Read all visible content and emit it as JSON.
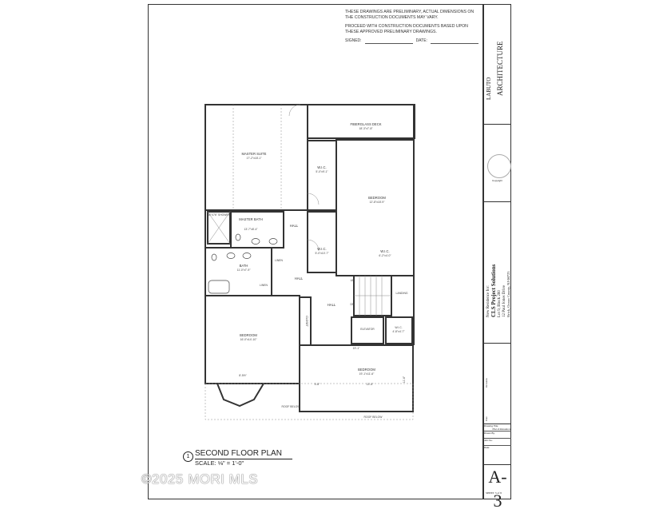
{
  "notes": {
    "line1": "THESE DRAWINGS ARE PRELIMINARY, ACTUAL DIMENSIONS ON THE CONSTRUCTION DOCUMENTS MAY VARY.",
    "line2": "PROCEED WITH CONSTRUCTION DOCUMENTS BASED UPON THESE APPROVED PRELIMINARY DRAWINGS.",
    "signed": "SIGNED:",
    "date": "DATE:"
  },
  "title_block": {
    "firm": "ARCHITECTURE",
    "logo": "LABUTO",
    "copyright": "Copyright",
    "residence_for": "New Residence for:",
    "client": "CLS Project Solutions",
    "lot": "Lot 9, Block 260",
    "address": "12 Paul Jones Drive",
    "city": "Brick, Ocean County, NJ 08723",
    "revisions": "Revisions",
    "date_col": "Date",
    "drawing_title_label": "Drawing Title:",
    "drawing_title": "Plan & Elevations",
    "drawn_by": "Drawn By:",
    "job_no": "Job No.:",
    "date_label": "Date:",
    "sheet_no": "A-3",
    "sheet": "SHEET 3 of 8"
  },
  "rooms": [
    {
      "name": "MASTER SUITE",
      "dim": "17'-2\"x18'-1\""
    },
    {
      "name": "FIBERGLASS DECK",
      "dim": "18'-3\"x7'-8\""
    },
    {
      "name": "W.I.C.",
      "dim": "5'-0\"x9'-1\""
    },
    {
      "name": "BEDROOM",
      "dim": "12'-8\"x18'-9\""
    },
    {
      "name": "MASTER BATH",
      "dim": "13'-7\"x8'-4\""
    },
    {
      "name": "HALL",
      "dim": ""
    },
    {
      "name": "W.I.C.",
      "dim": "5'-0\"x10'-7\""
    },
    {
      "name": "W.I.C.",
      "dim": "6'-2\"x4'-0\""
    },
    {
      "name": "BATH",
      "dim": "11'-0\"x7'-9\""
    },
    {
      "name": "HALL",
      "dim": ""
    },
    {
      "name": "HALL",
      "dim": ""
    },
    {
      "name": "LANDING",
      "dim": ""
    },
    {
      "name": "ELEVATOR",
      "dim": ""
    },
    {
      "name": "W.I.C.",
      "dim": "4'-8\"x4'-7\""
    },
    {
      "name": "BEDROOM",
      "dim": "16'-0\"x14'-10\""
    },
    {
      "name": "BEDROOM",
      "dim": "19'-1\"x11'-6\""
    }
  ],
  "labels": {
    "shower": "48\"X76\" SHOWER",
    "linen": "LINEN",
    "closet": "CLOSET",
    "up": "UP",
    "dn": "DN",
    "roof_below": "ROOF BELOW",
    "d19": "19'-1\"",
    "d8": "8'-5½\"",
    "d58": "5'-8\"",
    "d135": "13'-5\"",
    "d11": "11'-6\""
  },
  "plan": {
    "title": "SECOND FLOOR PLAN",
    "scale": "SCALE: ⅛\" = 1'-0\"",
    "number": "1"
  },
  "watermark": "©2025 MORI MLS"
}
